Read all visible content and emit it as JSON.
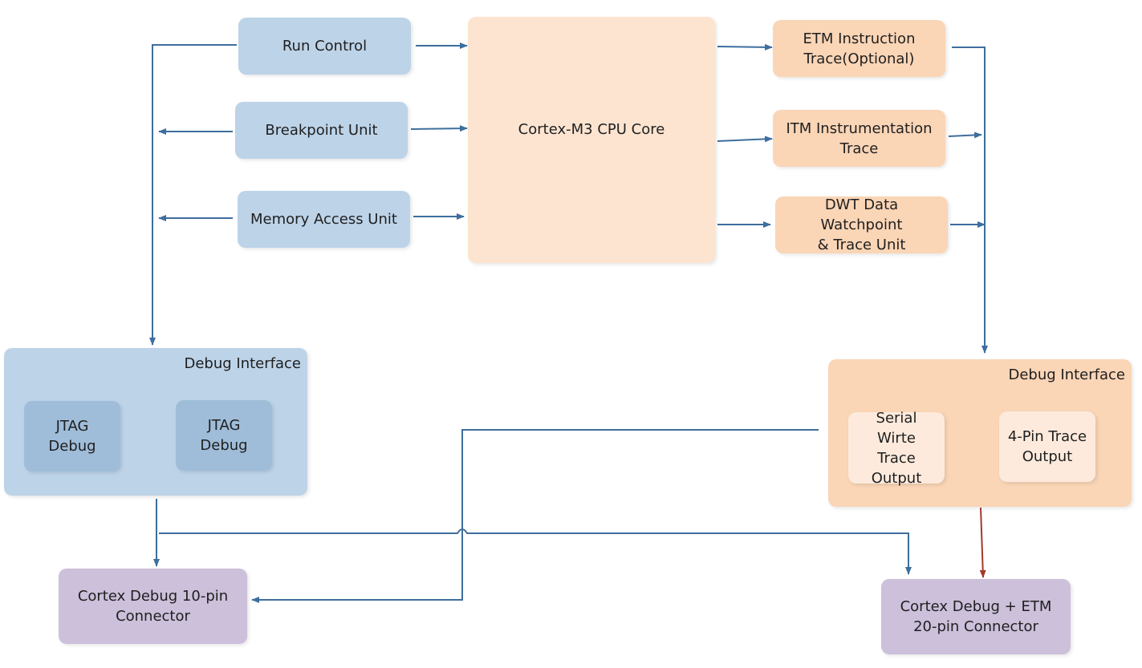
{
  "colors": {
    "line": "#3e6e9d",
    "line_red": "#a23a2c",
    "blue": "#bdd3e8",
    "blue_dark": "#9fbdd9",
    "peach": "#fad5b6",
    "peach_light": "#fdeadc",
    "core": "#fde4d0",
    "purple": "#ccc0db"
  },
  "blocks": {
    "run_control": "Run Control",
    "breakpoint_unit": "Breakpoint Unit",
    "memory_access_unit": "Memory Access Unit",
    "cpu_core": "Cortex-M3 CPU Core",
    "etm": "ETM Instruction\nTrace(Optional)",
    "itm": "ITM Instrumentation\nTrace",
    "dwt": "DWT Data Watchpoint\n& Trace Unit"
  },
  "debug_interface_left": {
    "title": "Debug Interface",
    "jtag_1": "JTAG Debug",
    "jtag_2": "JTAG Debug"
  },
  "debug_interface_right": {
    "title": "Debug Interface",
    "serial_wire": "Serial Wirte\nTrace\nOutput",
    "four_pin": "4-Pin Trace\nOutput"
  },
  "connectors": {
    "ten_pin": "Cortex Debug 10-pin\nConnector",
    "twenty_pin": "Cortex Debug + ETM\n20-pin Connector"
  }
}
